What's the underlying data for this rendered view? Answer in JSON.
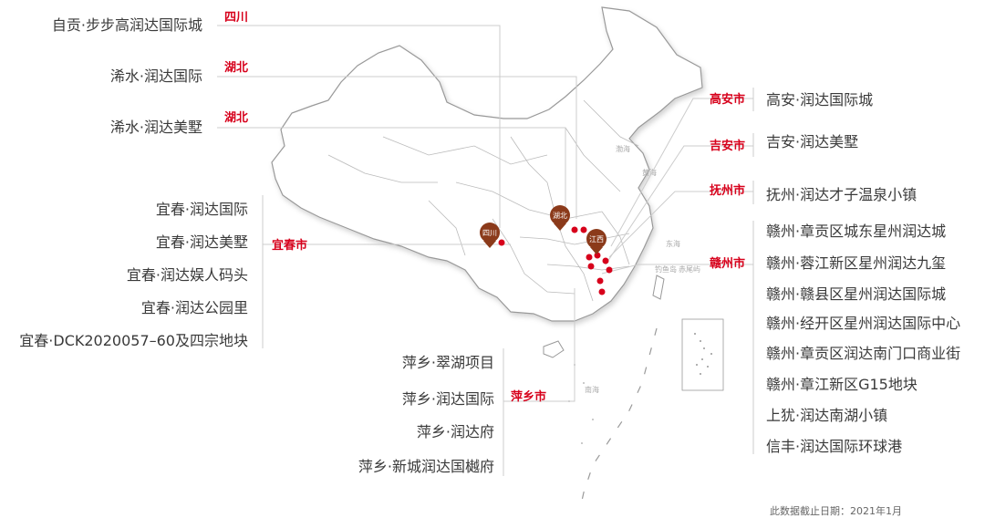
{
  "left_top": [
    {
      "project": "自贡·步步高润达国际城",
      "province": "四川"
    },
    {
      "project": "浠水·润达国际",
      "province": "湖北"
    },
    {
      "project": "浠水·润达美墅",
      "province": "湖北"
    }
  ],
  "yichun": {
    "city": "宜春市",
    "projects": [
      "宜春·润达国际",
      "宜春·润达美墅",
      "宜春·润达娱人码头",
      "宜春·润达公园里",
      "宜春·DCK2020057–60及四宗地块"
    ]
  },
  "pingxiang": {
    "city": "萍乡市",
    "projects": [
      "萍乡·翠湖项目",
      "萍乡·润达国际",
      "萍乡·润达府",
      "萍乡·新城润达国樾府"
    ]
  },
  "right_cities": [
    {
      "city": "高安市",
      "projects": [
        "高安·润达国际城"
      ]
    },
    {
      "city": "吉安市",
      "projects": [
        "吉安·润达美墅"
      ]
    },
    {
      "city": "抚州市",
      "projects": [
        "抚州·润达才子温泉小镇"
      ]
    }
  ],
  "ganzhou": {
    "city": "赣州市",
    "projects": [
      "赣州·章贡区城东星州润达城",
      "赣州·蓉江新区星州润达九玺",
      "赣州·赣县区星州润达国际城",
      "赣州·经开区星州润达国际中心",
      "赣州·章贡区润达南门口商业街",
      "赣州·章江新区G15地块",
      "上犹·润达南湖小镇",
      "信丰·润达国际环球港"
    ]
  },
  "markers": {
    "sichuan": "四川",
    "hubei": "湖北",
    "jiangxi": "江西"
  },
  "seas": {
    "bohai": "渤海",
    "huanghai": "黄海",
    "donghai": "东海",
    "nanhai": "南海",
    "diaoyu": "钓鱼岛",
    "chiwei": "赤尾屿"
  },
  "footnote": "此数据截止日期：2021年1月",
  "colors": {
    "accent": "#d7001b",
    "marker": "#8b3a1a",
    "line": "#cccccc"
  }
}
